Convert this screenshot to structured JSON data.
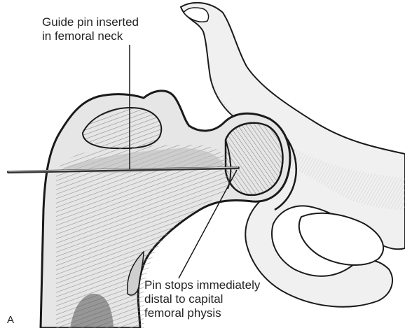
{
  "figure": {
    "panel_letter": "A",
    "labels": {
      "guide_pin_line1": "Guide pin inserted",
      "guide_pin_line2": "in femoral neck",
      "pin_stop_line1": "Pin stops immediately",
      "pin_stop_line2": "distal to capital",
      "pin_stop_line3": "femoral physis"
    }
  },
  "colors": {
    "bone_fill": "#d8d8d8",
    "cortex_outline": "#1a1a1a",
    "pelvis_fill": "#f0f0f0",
    "trabecular_texture": "#8a8a8a",
    "pin": "#333333"
  }
}
